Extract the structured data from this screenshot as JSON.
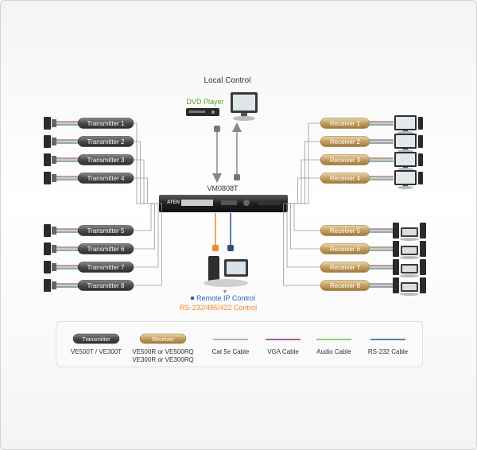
{
  "colors": {
    "cat5e": "#9a9a9a",
    "vga": "#8e2a76",
    "audio": "#7cbd3a",
    "rs232": "#2c4f87",
    "ip_dot": "#2b67b1",
    "dvd_label": "#5aa02c",
    "control_orange": "#f08a2a",
    "transmitter_pill": "#555555",
    "receiver_pill": "#c9a86a"
  },
  "diagram": {
    "local_control": "Local Control",
    "dvd_player": "DVD Player",
    "switch_model": "VM0808T",
    "switch_brand": "ATEN",
    "remote_ip": "Remote IP Control",
    "serial_control": "RS-232/485/422 Control",
    "transmitters": [
      "Transmitter 1",
      "Transmitter 2",
      "Transmitter 3",
      "Transmitter 4",
      "Transmitter 5",
      "Transmitter 6",
      "Transmitter 7",
      "Transmitter 8"
    ],
    "receivers": [
      "Receiver 1",
      "Receiver 2",
      "Receiver 3",
      "Receiver 4",
      "Receiver 5",
      "Receiver 6",
      "Receiver 7",
      "Receiver 8"
    ]
  },
  "legend": {
    "transmitter_pill": "Transmitter",
    "receiver_pill": "Receiver",
    "transmitter_models": "VE500T / VE300T",
    "receiver_models_1": "VE500R or VE500RQ",
    "receiver_models_2": "VE300R or VE300RQ",
    "cat5e": "Cat 5e Cable",
    "vga": "VGA Cable",
    "audio": "Audio Cable",
    "rs232": "RS-232 Cable"
  }
}
